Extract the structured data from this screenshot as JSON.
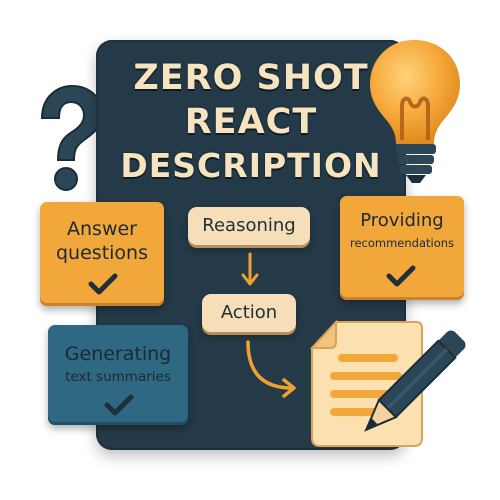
{
  "title": {
    "line1": "ZERO SHOT",
    "line2": "REACT",
    "line3": "DESCRIPTION"
  },
  "flow": {
    "reasoning": "Reasoning",
    "action": "Action"
  },
  "cards": {
    "answer": {
      "line1": "Answer",
      "line2": "questions"
    },
    "provide": {
      "line1": "Providing",
      "line2": "recommendations"
    },
    "generate": {
      "line1": "Generating",
      "line2": "text summaries"
    }
  },
  "icons": [
    "question-mark-icon",
    "lightbulb-icon",
    "checkmark-icon",
    "document-icon",
    "pencil-icon",
    "arrow-down-icon",
    "curved-arrow-icon"
  ],
  "colors": {
    "board": "#243a48",
    "title_text": "#f6e3c0",
    "card_orange": "#f2a73b",
    "card_blue": "#2e6883",
    "pill": "#f6dfb8",
    "arrow": "#f0a030"
  }
}
